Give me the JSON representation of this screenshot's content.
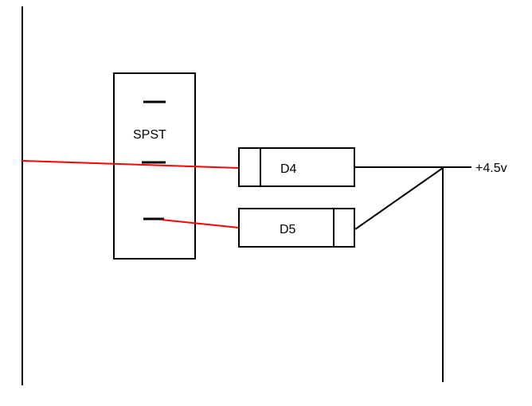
{
  "diagram": {
    "labels": {
      "switch": "SPST",
      "diode_top": "D4",
      "diode_bottom": "D5",
      "supply": "+4.5v"
    },
    "colors": {
      "wire": "#000000",
      "highlight_wire": "#ff0000",
      "background": "#ffffff"
    }
  }
}
